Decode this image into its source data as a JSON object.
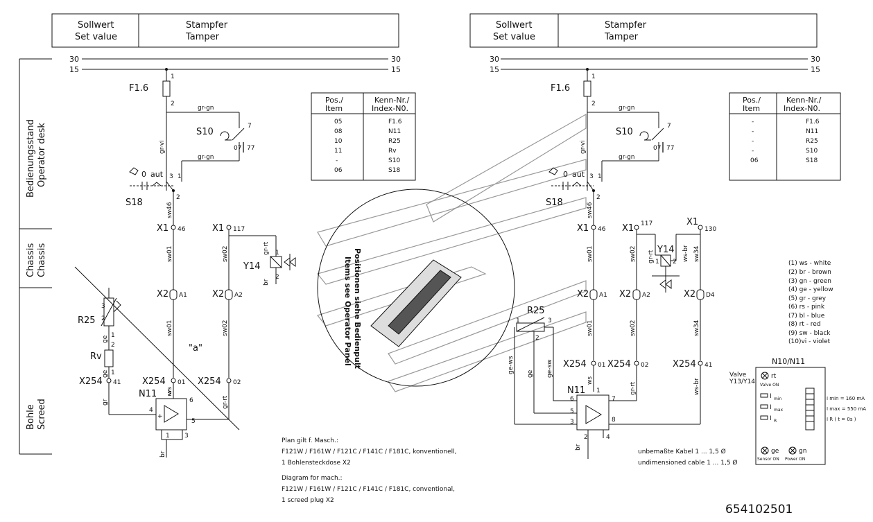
{
  "header": {
    "col1_de": "Sollwert",
    "col1_en": "Set value",
    "col2_de": "Stampfer",
    "col2_en": "Tamper"
  },
  "side_labels": {
    "desk_de": "Bedienungsstand",
    "desk_en": "Operator desk",
    "chassis_de": "Chassis",
    "chassis_en": "Chassis",
    "screed_de": "Bohle",
    "screed_en": "Screed"
  },
  "rails": {
    "r30": "30",
    "r15": "15"
  },
  "left_table": {
    "head1": [
      "Pos./",
      "Item"
    ],
    "head2": [
      "Kenn-Nr./",
      "Index-N0."
    ],
    "rows": [
      [
        "05",
        "F1.6"
      ],
      [
        "08",
        "N11"
      ],
      [
        "10",
        "R25"
      ],
      [
        "11",
        "Rv"
      ],
      [
        "-",
        "S10"
      ],
      [
        "06",
        "S18"
      ]
    ]
  },
  "right_table": {
    "head1": [
      "Pos./",
      "Item"
    ],
    "head2": [
      "Kenn-Nr./",
      "Index-N0."
    ],
    "rows": [
      [
        "-",
        "F1.6"
      ],
      [
        "-",
        "N11"
      ],
      [
        "-",
        "R25"
      ],
      [
        "-",
        "S10"
      ],
      [
        "06",
        "S18"
      ]
    ]
  },
  "components": {
    "F16": "F1.6",
    "S10": "S10",
    "S18": "S18",
    "Y14": "Y14",
    "R25": "R25",
    "Rv": "Rv",
    "N11": "N11",
    "X1": "X1",
    "X2": "X2",
    "X254": "X254",
    "aut": "aut"
  },
  "wires": {
    "gr_gn": "gr-gn",
    "gr_vi": "gr-vi",
    "sw46": "sw46",
    "sw01": "sw01",
    "sw02": "sw02",
    "sw34": "sw34",
    "gr_rt": "gr-rt",
    "ws_br": "ws-br",
    "ws": "ws",
    "br": "br",
    "ge": "ge",
    "gr": "gr",
    "ge_ws": "ge-ws",
    "ge_sw": "ge-sw"
  },
  "pins": {
    "p46": "46",
    "p117": "117",
    "p130": "130",
    "A1": "A1",
    "A2": "A2",
    "D4": "D4",
    "p01": "01",
    "p02": "02",
    "p41": "41",
    "p07": "07",
    "p77": "77",
    "p7": "7",
    "p0": "0"
  },
  "annotation_a": "\"a\"",
  "legend": [
    "(1) ws - white",
    "(2) br - brown",
    "(3) gn - green",
    "(4) ge - yellow",
    "(5) gr - grey",
    "(6) rs - pink",
    "(7) bl - blue",
    "(8) rt - red",
    "(9) sw - black",
    "(10)vi - violet"
  ],
  "notes_de": [
    "Plan gilt f. Masch.:",
    "F121W / F161W / F121C / F141C / F181C, konventionell,",
    "1 Bohlensteckdose X2"
  ],
  "notes_en": [
    "Diagram for mach.:",
    "F121W / F161W / F121C / F141C / F181C, conventional,",
    "1 screed plug X2"
  ],
  "cable_de": "unbemaßte Kabel 1 ... 1,5 Ø",
  "cable_en": "undimensioned cable 1 ... 1,5 Ø",
  "panel_callout": [
    "Positionen siehe Bedienpult",
    "Items see Operator Panel"
  ],
  "n10_box": {
    "title": "N10/N11",
    "valve": [
      "Valve",
      "Y13/Y14"
    ],
    "rt": "rt",
    "valve_on": "Valve ON",
    "imin": "I",
    "imin_sub": "min",
    "imax": "I",
    "imax_sub": "max",
    "ir": "I",
    "ir_sub": "R",
    "spec1": "I min = 160 mA",
    "spec2": "I max = 550 mA",
    "spec3": "I R ( t = 0s )",
    "ge": "ge",
    "sensor_on": "Sensor ON",
    "gn": "gn",
    "power_on": "Power ON"
  },
  "doc_number": "654102501"
}
